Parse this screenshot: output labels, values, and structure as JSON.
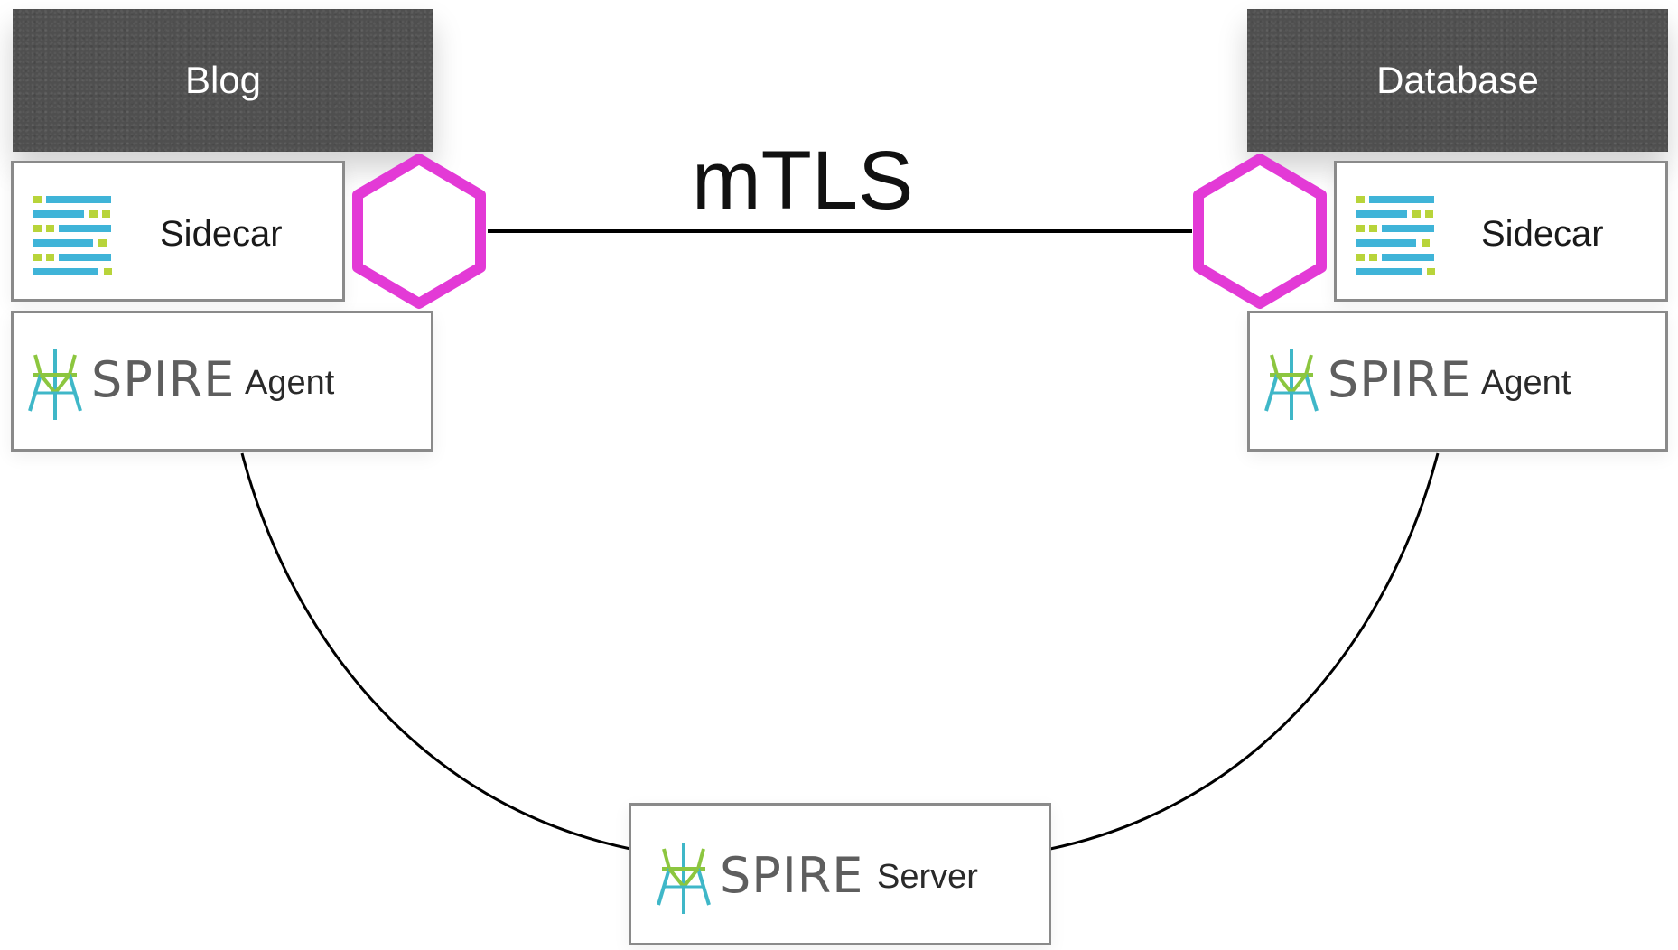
{
  "services": {
    "left": "Blog",
    "right": "Database"
  },
  "sidecar": {
    "left_label": "Sidecar",
    "right_label": "Sidecar"
  },
  "agent": {
    "brand": "SPIRE",
    "label": "Agent"
  },
  "server": {
    "brand": "SPIRE",
    "label": "Server"
  },
  "link": {
    "label": "mTLS"
  },
  "colors": {
    "hexagon": "#e33ad6",
    "spire_green": "#8cc63f",
    "spire_teal": "#3fb7c8",
    "envoy_blue": "#3fb4d8",
    "envoy_green": "#b8d43a"
  }
}
